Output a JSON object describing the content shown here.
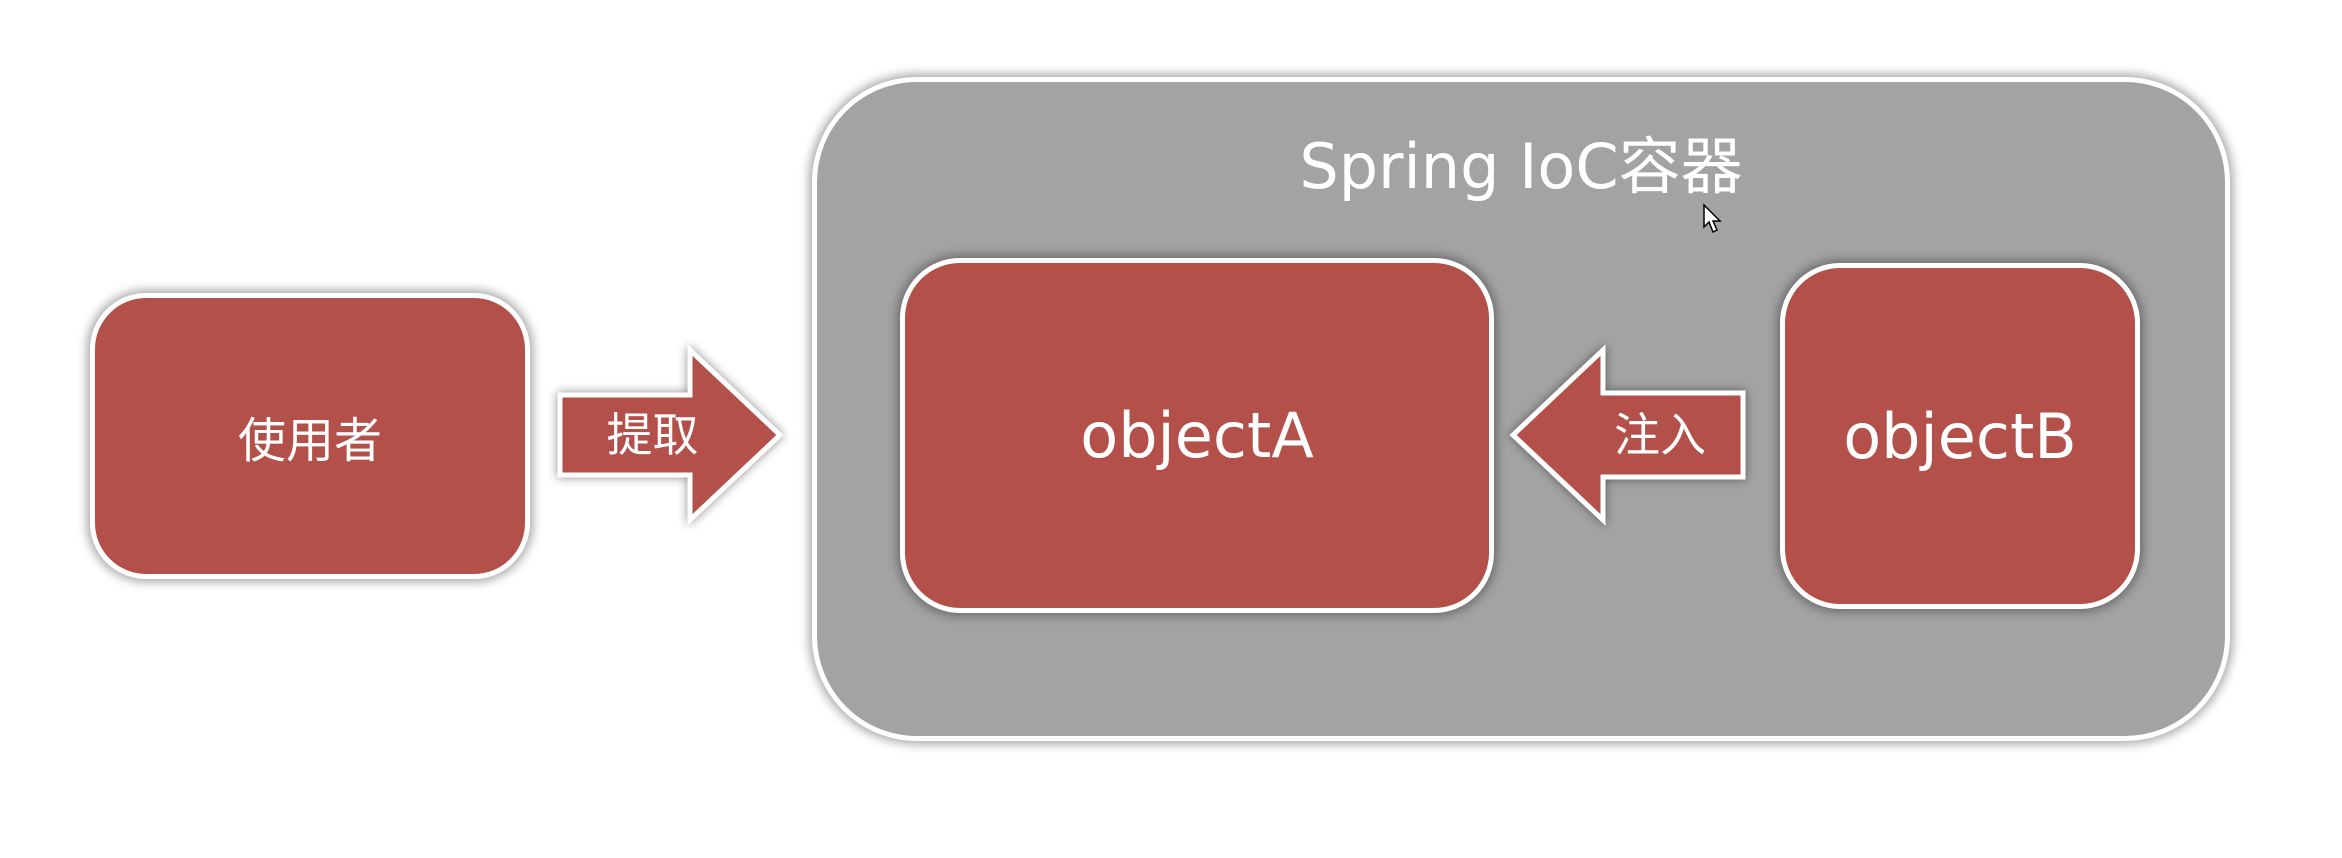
{
  "container": {
    "title": "Spring IoC容器"
  },
  "nodes": {
    "user": "使用者",
    "objectA": "objectA",
    "objectB": "objectB"
  },
  "arrows": {
    "fetch": "提取",
    "inject": "注入"
  },
  "colors": {
    "box_fill": "#b4504a",
    "container_fill": "#a3a3a3",
    "border": "#ffffff",
    "text": "#ffffff"
  }
}
